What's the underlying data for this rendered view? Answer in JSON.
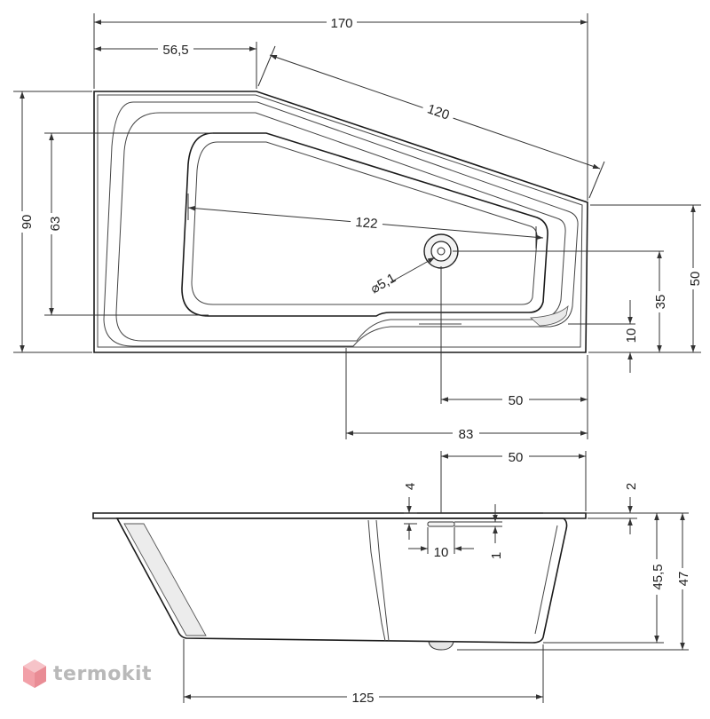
{
  "plan_view": {
    "dims": {
      "overall_length": "170",
      "short_side_top": "56,5",
      "slanted_edge": "120",
      "depth_left": "90",
      "inner_depth_left": "63",
      "inner_length": "122",
      "drain_diameter": "⌀5,1",
      "drain_from_bottom": "35",
      "drain_from_right": "50",
      "depth_right": "50",
      "step_height": "10",
      "step_offset": "83"
    }
  },
  "side_view": {
    "dims": {
      "drain_from_right": "50",
      "rim_thickness_left": "4",
      "rim_thickness_right": "2",
      "overflow_width": "10",
      "overflow_gap": "1",
      "inner_depth": "45,5",
      "total_height": "47",
      "base_length": "125"
    }
  },
  "watermark": {
    "brand": "termokit"
  }
}
